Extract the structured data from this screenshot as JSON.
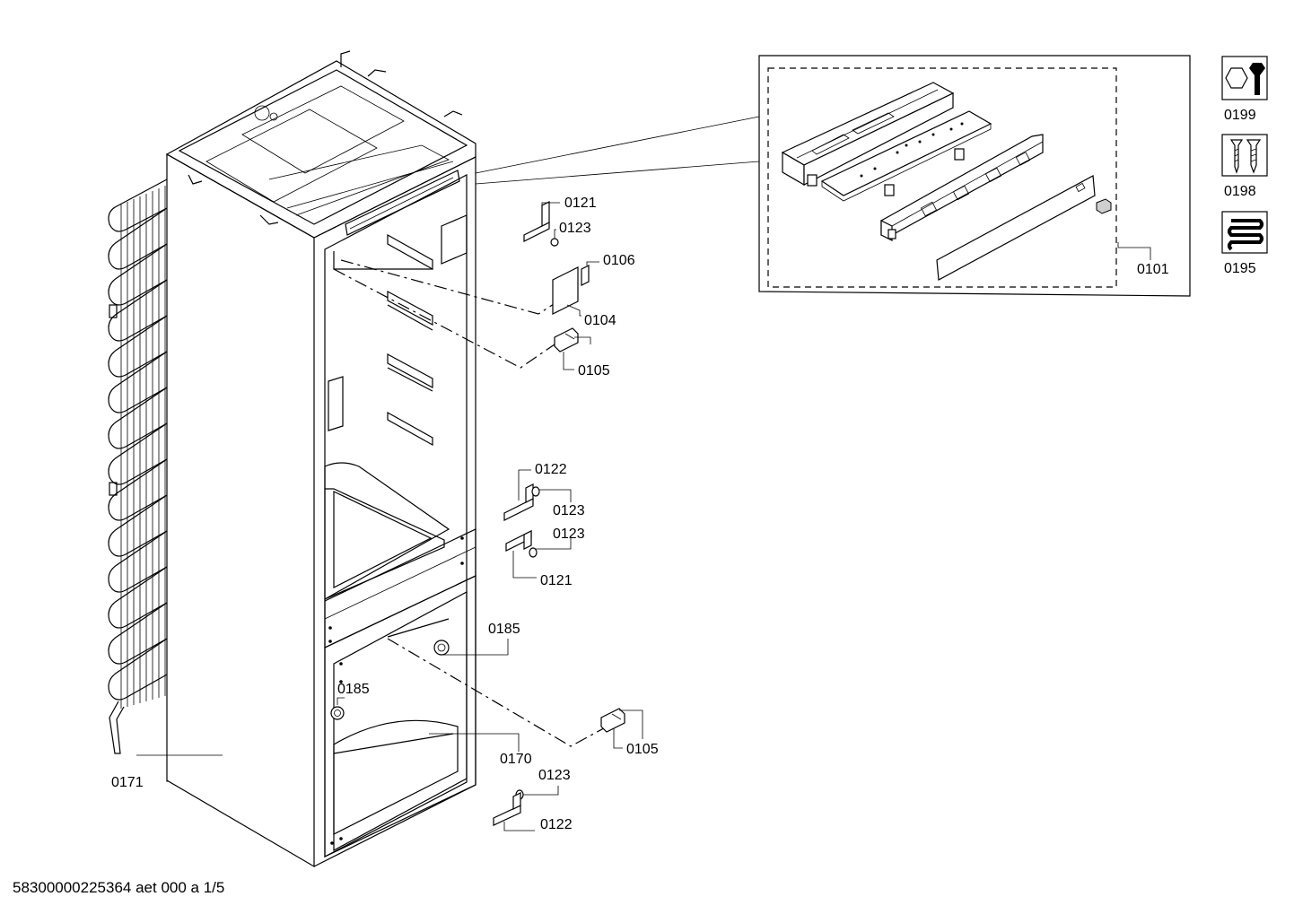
{
  "document": {
    "id": "58300000225364 aet 000 a 1/5"
  },
  "callouts": [
    {
      "key": "p0121a",
      "label": "0121"
    },
    {
      "key": "p0123a",
      "label": "0123"
    },
    {
      "key": "p0106",
      "label": "0106"
    },
    {
      "key": "p0104",
      "label": "0104"
    },
    {
      "key": "p0105a",
      "label": "0105"
    },
    {
      "key": "p0122a",
      "label": "0122"
    },
    {
      "key": "p0123b",
      "label": "0123"
    },
    {
      "key": "p0123c",
      "label": "0123"
    },
    {
      "key": "p0121b",
      "label": "0121"
    },
    {
      "key": "p0185a",
      "label": "0185"
    },
    {
      "key": "p0185b",
      "label": "0185"
    },
    {
      "key": "p0170",
      "label": "0170"
    },
    {
      "key": "p0105b",
      "label": "0105"
    },
    {
      "key": "p0123d",
      "label": "0123"
    },
    {
      "key": "p0122b",
      "label": "0122"
    },
    {
      "key": "p0171",
      "label": "0171"
    },
    {
      "key": "p0101",
      "label": "0101"
    }
  ],
  "service_icons": [
    {
      "icon": "wrench-nut-icon",
      "label": "0199"
    },
    {
      "icon": "screws-icon",
      "label": "0198"
    },
    {
      "icon": "heating-coil-icon",
      "label": "0195"
    }
  ]
}
